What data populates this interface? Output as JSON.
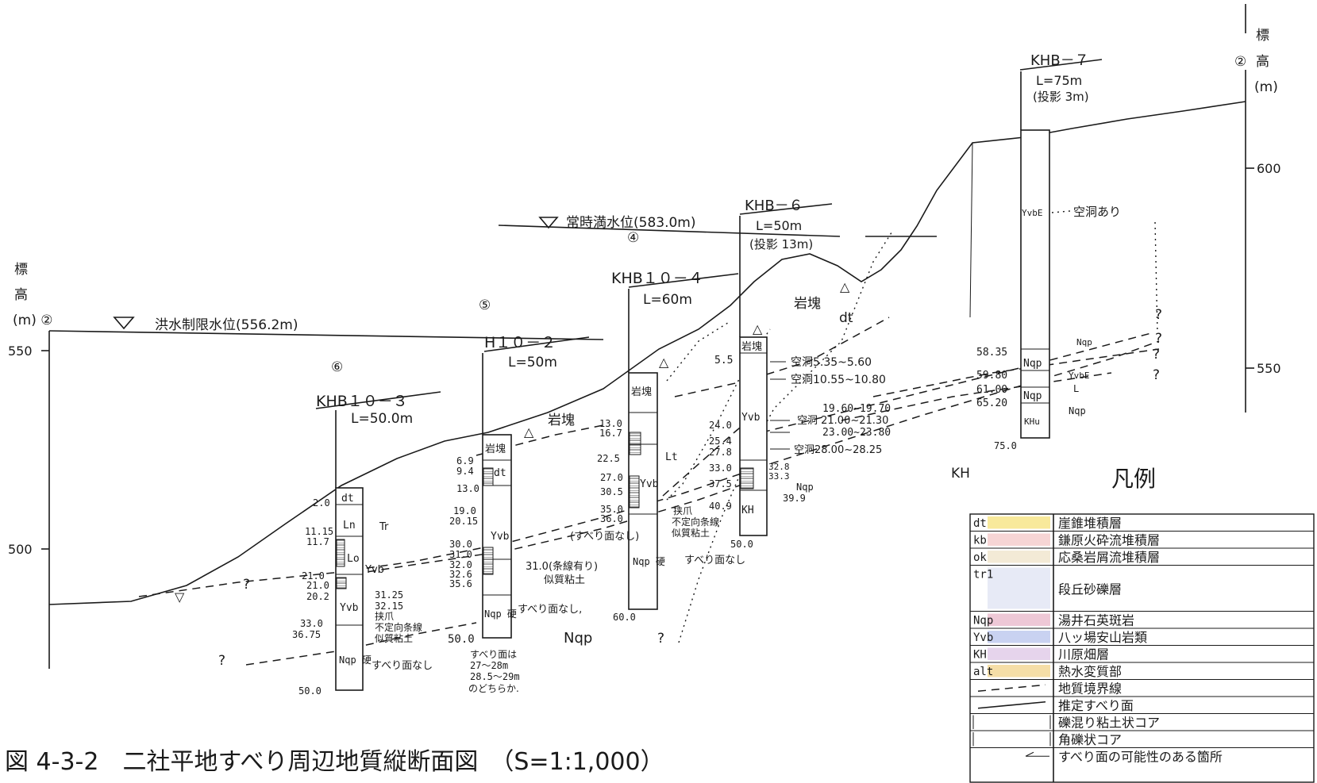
{
  "caption": "図 4-3-2　二社平地すべり周辺地質縦断面図　（S=1:1,000）",
  "left_axis": {
    "label_lines": [
      "標",
      "高",
      "(m) ②"
    ],
    "ticks": [
      "550",
      "500"
    ]
  },
  "right_axis": {
    "label_lines": [
      "標",
      "高",
      "(m)"
    ],
    "marker": "②",
    "ticks": [
      "600",
      "550"
    ]
  },
  "water_levels": {
    "flood": "洪水制限水位(556.2m)",
    "normal": "常時満水位(583.0m)"
  },
  "units": {
    "dt": "dt",
    "gankai_top": "岩塊",
    "gankai_mid": "岩塊",
    "kh": "KH",
    "nqp": "Nqp"
  },
  "boreholes": [
    {
      "id": "KHB10-3",
      "name": "KHB１０－３",
      "marker": "⑥",
      "length": "L=50.0m",
      "depths": [
        "2.0",
        "11.15",
        "11.7",
        "21.0",
        "21.0",
        "20.2",
        "33.0",
        "36.75",
        "50.0"
      ],
      "cells": [
        "dt",
        "Ln",
        "Lo",
        "Yvb",
        "Nqp\n硬"
      ],
      "notes": [
        "Tr",
        "Yvb",
        "31.25",
        "32.15",
        "挟爪",
        "不定向条線",
        "似質粘土",
        "すべり面なし"
      ]
    },
    {
      "id": "H10-2",
      "name": "H１０－２",
      "marker": "⑤",
      "length": "L=50m",
      "depths": [
        "6.9",
        "9.4",
        "13.0",
        "19.0",
        "20.15",
        "30.0",
        "31.0",
        "32.0",
        "32.6",
        "35.6",
        "50.0"
      ],
      "cells": [
        "岩塊",
        "dt",
        "Yvb",
        "Nqp\n硬"
      ],
      "notes": [
        "31.0(条線有り)",
        "似質粘土",
        "すべり面なし,",
        "すべり面は",
        "27～28m",
        "28.5～29m",
        "のどちらか."
      ]
    },
    {
      "id": "KHB10-4",
      "name": "KHB１０－４",
      "marker": "④",
      "length": "L=60m",
      "depths": [
        "13.0",
        "16.7",
        "22.5",
        "27.0",
        "30.5",
        "35.0",
        "36.0",
        "60.0"
      ],
      "cells": [
        "岩塊",
        "Lt",
        "Yvb",
        "Nqp\n硬"
      ],
      "notes": [
        "(すべり面なし)",
        "挟爪",
        "不定向条線",
        "似質粘土",
        "すべり面なし"
      ]
    },
    {
      "id": "KHB-6",
      "name": "KHB－６",
      "marker": "",
      "length": "L=50m",
      "projection": "(投影 13m)",
      "depths": [
        "5.5",
        "24.0",
        "25.4",
        "27.8",
        "33.0",
        "37.5",
        "40.9",
        "32.8",
        "33.3",
        "39.9",
        "50.0"
      ],
      "cells": [
        "岩塊",
        "Yvb",
        "KH"
      ],
      "notes": [
        "空洞5.35~5.60",
        "空洞10.55~10.80",
        "19.60~19.70",
        "空洞 21.00~21.30",
        "23.00~23.80",
        "空洞28.00~28.25",
        "Nqp"
      ]
    },
    {
      "id": "KHB-7",
      "name": "KHB－７",
      "marker": "",
      "length": "L=75m",
      "projection": "(投影 3m)",
      "depths": [
        "58.35",
        "59.80",
        "61.00",
        "65.20",
        "75.0"
      ],
      "cells": [
        "YvbE",
        "Nqp",
        "Nqp",
        "KHu"
      ],
      "notes": [
        "空洞あり",
        "Nqp",
        "YvbE",
        "L",
        "Nqp"
      ]
    }
  ],
  "legend": {
    "title": "凡例",
    "items": [
      {
        "code": "dt",
        "label": "崖錐堆積層",
        "color": "#f6e27a"
      },
      {
        "code": "kb",
        "label": "鎌原火砕流堆積層",
        "color": "#f3c7c7"
      },
      {
        "code": "ok",
        "label": "応桑岩屑流堆積層",
        "color": "#efe3c8"
      },
      {
        "code": "tr1",
        "label": "段丘砂礫層",
        "color": "#dfe3f3"
      },
      {
        "code": "Nqp",
        "label": "湯井石英斑岩",
        "color": "#e8b6c8"
      },
      {
        "code": "Yvb",
        "label": "八ッ場安山岩類",
        "color": "#b7c3ec"
      },
      {
        "code": "KH",
        "label": "川原畑層",
        "color": "#ddc6e6"
      },
      {
        "code": "alt",
        "label": "熱水変質部",
        "color": "#f2d38a"
      },
      {
        "code": "",
        "label": "地質境界線",
        "color": ""
      },
      {
        "code": "",
        "label": "推定すべり面",
        "color": ""
      },
      {
        "code": "",
        "label": "礫混り粘土状コア",
        "color": ""
      },
      {
        "code": "",
        "label": "角礫状コア",
        "color": ""
      },
      {
        "code": "",
        "label": "すべり面の可能性のある箇所",
        "color": ""
      }
    ]
  }
}
